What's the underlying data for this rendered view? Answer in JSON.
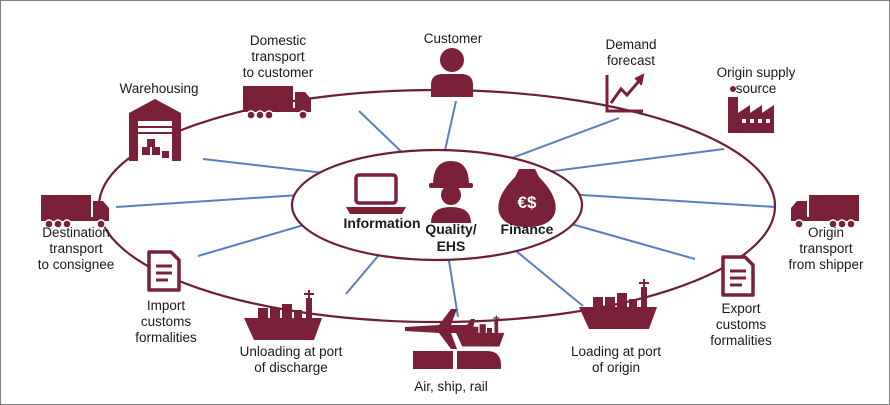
{
  "colors": {
    "brand": "#7a2038",
    "spoke": "#5a7fbf",
    "ring": "#6b1f33"
  },
  "nodes": {
    "customer": {
      "lines": [
        "Customer"
      ],
      "icon": "person-icon"
    },
    "demand_forecast": {
      "lines": [
        "Demand",
        "forecast"
      ],
      "icon": "trend-chart-icon"
    },
    "origin_supply_source": {
      "lines": [
        "Origin supply",
        "source"
      ],
      "icon": "factory-icon"
    },
    "origin_transport": {
      "lines": [
        "Origin",
        "transport",
        "from shipper"
      ],
      "icon": "truck-icon"
    },
    "export_customs": {
      "lines": [
        "Export",
        "customs",
        "formalities"
      ],
      "icon": "document-icon"
    },
    "loading_port": {
      "lines": [
        "Loading at port",
        "of origin"
      ],
      "icon": "cargo-ship-icon"
    },
    "air_ship_rail": {
      "lines": [
        "Air, ship, rail"
      ],
      "icon": "multimodal-icon"
    },
    "unloading_port": {
      "lines": [
        "Unloading at port",
        "of discharge"
      ],
      "icon": "cargo-ship-icon"
    },
    "import_customs": {
      "lines": [
        "Import",
        "customs",
        "formalities"
      ],
      "icon": "document-icon"
    },
    "destination_transport": {
      "lines": [
        "Destination",
        "transport",
        "to consignee"
      ],
      "icon": "truck-icon"
    },
    "warehousing": {
      "lines": [
        "Warehousing"
      ],
      "icon": "warehouse-icon"
    },
    "domestic_transport": {
      "lines": [
        "Domestic",
        "transport",
        "to customer"
      ],
      "icon": "truck-icon"
    }
  },
  "center": {
    "information": {
      "label": "Information",
      "icon": "laptop-icon"
    },
    "quality": {
      "lines": [
        "Quality/",
        "EHS"
      ],
      "icon": "hardhat-worker-icon"
    },
    "finance": {
      "label": "Finance",
      "icon": "money-bag-icon",
      "symbol": "€$"
    }
  }
}
